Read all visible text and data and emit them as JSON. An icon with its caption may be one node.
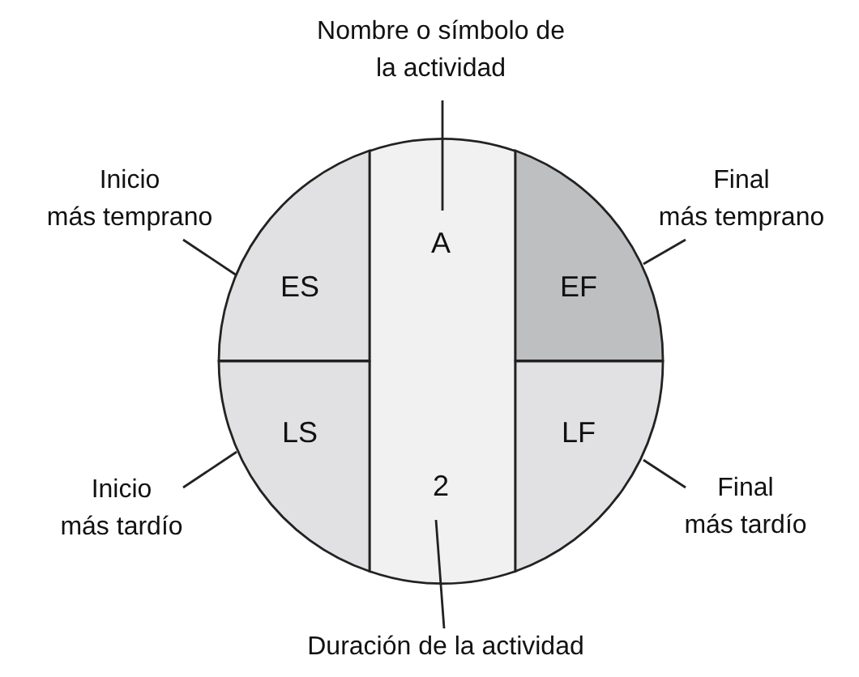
{
  "diagram": {
    "nodes": [
      {
        "text": [
          "A",
          "2"
        ]
      },
      {
        "text": [
          "ES"
        ]
      },
      {
        "text": [
          "EF"
        ]
      },
      {
        "text": [
          "LS"
        ]
      },
      {
        "text": [
          "LF"
        ]
      },
      {
        "text": [
          "Nombre o símbolo de la actividad"
        ]
      },
      {
        "text": [
          "Inicio más temprano"
        ]
      },
      {
        "text": [
          "Final más temprano"
        ]
      },
      {
        "text": [
          "Inicio más tardío"
        ]
      },
      {
        "text": [
          "Final más tardío"
        ]
      },
      {
        "text": [
          "Duración de la actividad"
        ]
      }
    ],
    "edges": [
      {
        "from": 5,
        "to": 0,
        "arrow": "none"
      },
      {
        "from": 6,
        "to": 1,
        "arrow": "none"
      },
      {
        "from": 7,
        "to": 2,
        "arrow": "none"
      },
      {
        "from": 8,
        "to": 3,
        "arrow": "none"
      },
      {
        "from": 9,
        "to": 4,
        "arrow": "none"
      },
      {
        "from": 10,
        "to": 0,
        "arrow": "none"
      }
    ]
  }
}
